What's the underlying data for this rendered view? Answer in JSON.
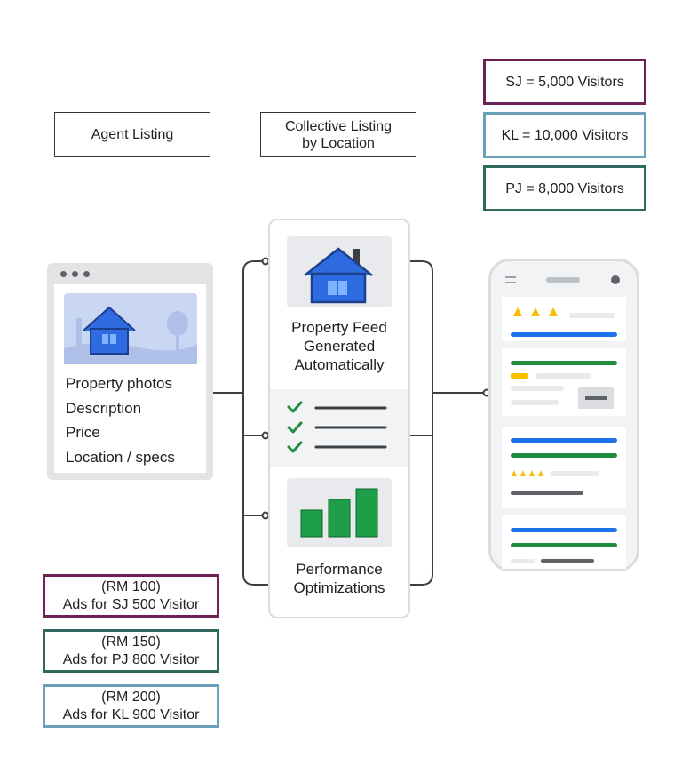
{
  "top_labels": {
    "agent_listing": "Agent Listing",
    "collective_line1": "Collective Listing",
    "collective_line2": "by Location"
  },
  "visitors": [
    {
      "text": "SJ = 5,000 Visitors",
      "color": "#6d2155"
    },
    {
      "text": "KL = 10,000 Visitors",
      "color": "#6aa1b9"
    },
    {
      "text": "PJ = 8,000 Visitors",
      "color": "#2f6a5e"
    }
  ],
  "listing_card": {
    "items": [
      "Property photos",
      "Description",
      "Price",
      "Location / specs"
    ]
  },
  "pipeline": {
    "feed_line1": "Property Feed",
    "feed_line2": "Generated",
    "feed_line3": "Automatically",
    "perf_line1": "Performance",
    "perf_line2": "Optimizations"
  },
  "ads": [
    {
      "line1": "(RM 100)",
      "line2": "Ads for SJ 500 Visitor",
      "color": "#6d2155"
    },
    {
      "line1": "(RM 150)",
      "line2": "Ads for PJ 800 Visitor",
      "color": "#2f6a5e"
    },
    {
      "line1": "(RM 200)",
      "line2": "Ads for KL 900 Visitor",
      "color": "#6aa1b9"
    }
  ],
  "colors": {
    "house_blue": "#2f6be0",
    "check_green": "#1e8e3e",
    "bar_green": "#1e9e46",
    "star_yellow": "#fbbc04",
    "line_blue": "#1a73e8"
  }
}
